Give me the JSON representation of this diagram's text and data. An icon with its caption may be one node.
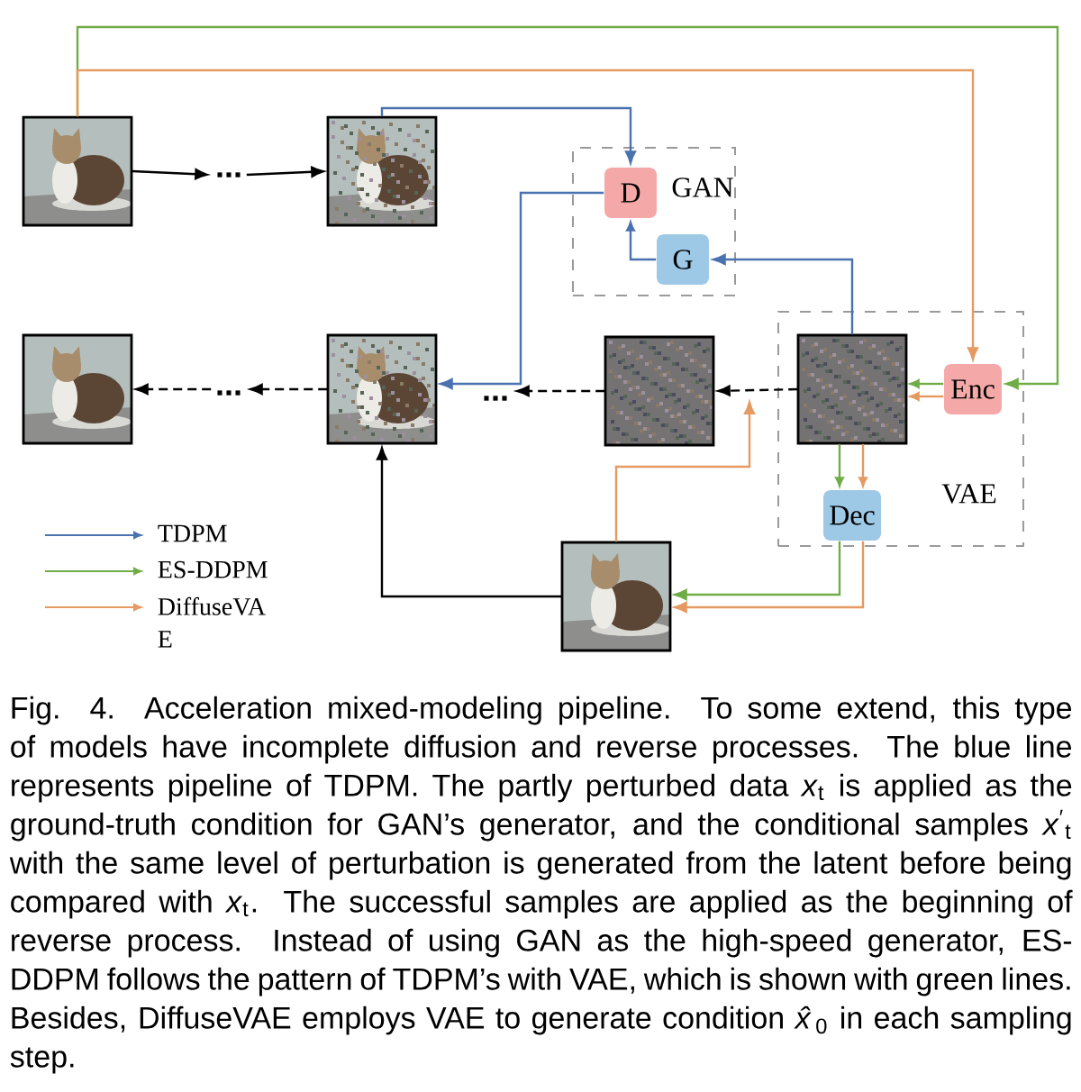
{
  "diagram": {
    "caption": "Fig. 4. Acceleration mixed-modeling pipeline. To some extend, this type of models have incomplete diffusion and reverse processes. The blue line represents pipeline of TDPM. The partly perturbed data *x*$_{t}$ is applied as the ground-truth condition for GAN’s generator, and the conditional samples *x*$^{′}$$_{t}$ with the same level of perturbation is generated from the latent before being compared with *x*$_{t}$. The successful samples are applied as the beginning of reverse process. Instead of using GAN as the high-speed generator, ES-DDPM follows the pattern of TDPM’s with VAE, which is shown with green lines. Besides, DiffuseVAE employs VAE to generate condition *x̂*$_{0}$ in each sampling step.",
    "nodes": [
      {
        "text": [],
        "shape": "picture"
      },
      {
        "text": [
          "..."
        ]
      },
      {
        "text": [],
        "shape": "picture"
      },
      {
        "text": [
          "GAN"
        ]
      },
      {
        "text": [
          "D"
        ],
        "in": 3
      },
      {
        "text": [
          "G"
        ],
        "in": 3
      },
      {
        "text": [
          "VAE"
        ]
      },
      {
        "text": [],
        "shape": "picture",
        "in": 6
      },
      {
        "text": [
          "Enc"
        ],
        "in": 6
      },
      {
        "text": [
          "Dec"
        ],
        "in": 6
      },
      {
        "text": [],
        "shape": "picture"
      },
      {
        "text": [
          "..."
        ]
      },
      {
        "text": [],
        "shape": "picture"
      },
      {
        "text": [
          "..."
        ]
      },
      {
        "text": [],
        "shape": "picture"
      },
      {
        "text": [],
        "shape": "picture"
      }
    ],
    "edges": [
      {
        "from": 0,
        "to": 1,
        "arrow": "to"
      },
      {
        "from": 1,
        "to": 2,
        "arrow": "to"
      },
      {
        "from": 2,
        "to": 4,
        "arrow": "to",
        "color": "#4a72b0"
      },
      {
        "from": 4,
        "to": 12,
        "arrow": "to",
        "color": "#4a72b0"
      },
      {
        "from": 5,
        "to": 4,
        "arrow": "to",
        "color": "#4a72b0"
      },
      {
        "from": 7,
        "to": 5,
        "arrow": "to",
        "color": "#4a72b0"
      },
      {
        "from": 10,
        "to": 11,
        "arrow": "to",
        "style": "dashed"
      },
      {
        "from": 12,
        "to": 13,
        "arrow": "to",
        "style": "dashed"
      },
      {
        "from": 13,
        "to": 14,
        "arrow": "to",
        "style": "dashed"
      },
      {
        "from": 7,
        "to": 10,
        "arrow": "to",
        "style": "dashed"
      },
      {
        "from": 15,
        "to": 12,
        "arrow": "to"
      },
      {
        "from": 15,
        "to": null,
        "arrow": "to",
        "color": "#e59a62"
      },
      {
        "from": 0,
        "to": 8,
        "arrow": "to",
        "color": "#70ad47"
      },
      {
        "from": 0,
        "to": 8,
        "arrow": "to",
        "color": "#e59a62"
      },
      {
        "from": 8,
        "to": 7,
        "arrow": "to",
        "color": "#70ad47"
      },
      {
        "from": 8,
        "to": 7,
        "arrow": "to",
        "color": "#e59a62"
      },
      {
        "from": 7,
        "to": 9,
        "arrow": "to",
        "color": "#70ad47"
      },
      {
        "from": 7,
        "to": 9,
        "arrow": "to",
        "color": "#e59a62"
      },
      {
        "from": 9,
        "to": 15,
        "arrow": "to",
        "color": "#70ad47"
      },
      {
        "from": 9,
        "to": 15,
        "arrow": "to",
        "color": "#e59a62"
      }
    ],
    "legend": [
      {
        "text": "TDPM"
      },
      {
        "text": "ES-DDPM"
      },
      {
        "text": "DiffuseVA E"
      }
    ]
  }
}
